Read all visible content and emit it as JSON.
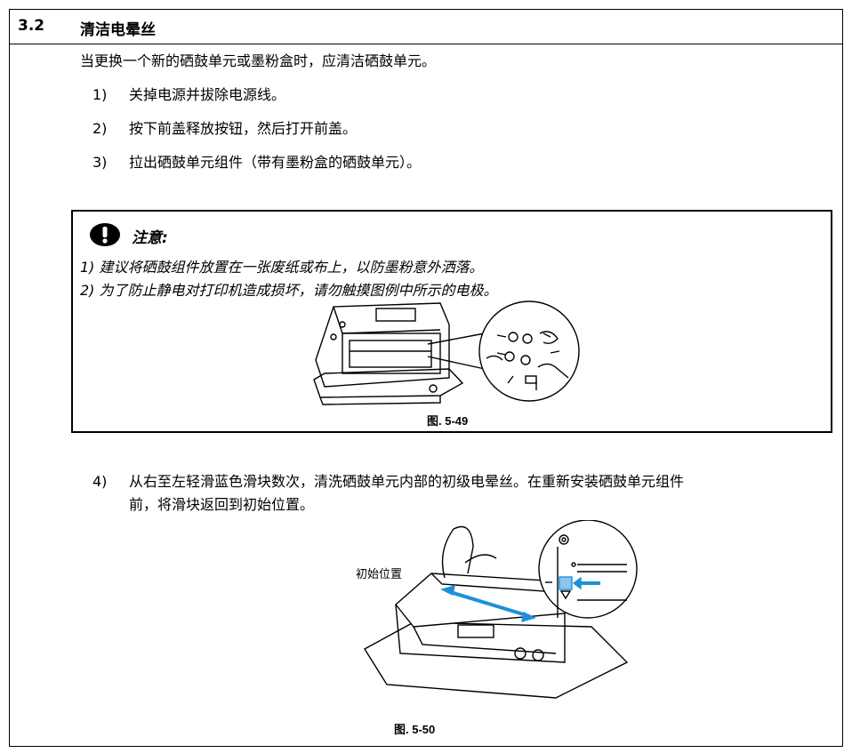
{
  "section": {
    "number": "3.2",
    "title": "清洁电晕丝"
  },
  "intro": "当更换一个新的硒鼓单元或墨粉盒时，应清洁硒鼓单元。",
  "steps": [
    {
      "num": "1)",
      "text": "关掉电源并拔除电源线。"
    },
    {
      "num": "2)",
      "text": "按下前盖释放按钮，然后打开前盖。"
    },
    {
      "num": "3)",
      "text": "拉出硒鼓单元组件（带有墨粉盒的硒鼓单元）。"
    }
  ],
  "caution": {
    "icon": "exclamation-icon",
    "title": "注意:",
    "lines": [
      "1) 建议将硒鼓组件放置在一张废纸或布上，以防墨粉意外洒落。",
      "2) 为了防止静电对打印机造成损坏，请勿触摸图例中所示的电极。"
    ],
    "figure_caption": "图. 5-49"
  },
  "step4": {
    "num": "4)",
    "line1": "从右至左轻滑蓝色滑块数次，清洗硒鼓单元内部的初级电晕丝。在重新安装硒鼓单元组件",
    "line2": "前，将滑块返回到初始位置。"
  },
  "figure2": {
    "label": "初始位置",
    "caption": "图. 5-50",
    "accent": "#1e90d8"
  }
}
